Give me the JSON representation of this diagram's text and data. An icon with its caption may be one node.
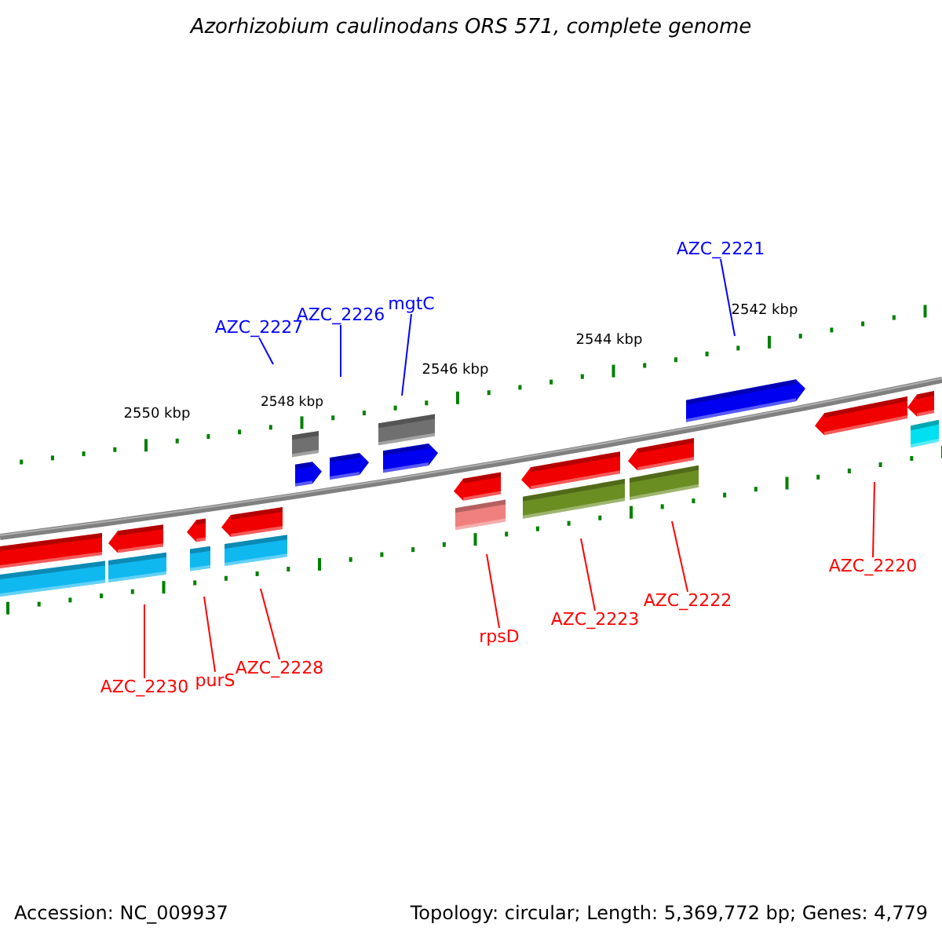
{
  "diagram": {
    "title": "Azorhizobium caulinodans ORS 571, complete genome",
    "nodes": [
      {
        "text": [
          "AZC_2221"
        ]
      },
      {
        "text": [
          "mgtC"
        ]
      },
      {
        "text": [
          "AZC_2226"
        ]
      },
      {
        "text": [
          "AZC_2227"
        ]
      },
      {
        "text": [
          "AZC_2220"
        ]
      },
      {
        "text": [
          "AZC_2222"
        ]
      },
      {
        "text": [
          "AZC_2223"
        ]
      },
      {
        "text": [
          "rpsD"
        ]
      },
      {
        "text": [
          "AZC_2228"
        ]
      },
      {
        "text": [
          "purS"
        ]
      },
      {
        "text": [
          "AZC_2230"
        ]
      }
    ],
    "edges": [
      {
        "from": 0,
        "to": null,
        "arrow": "none",
        "color": "#0000ff"
      },
      {
        "from": 1,
        "to": null,
        "arrow": "none",
        "color": "#0000ff"
      },
      {
        "from": 2,
        "to": null,
        "arrow": "none",
        "color": "#0000ff"
      },
      {
        "from": 3,
        "to": null,
        "arrow": "none",
        "color": "#0000ff"
      },
      {
        "from": 4,
        "to": null,
        "arrow": "none"
      },
      {
        "from": 5,
        "to": null,
        "arrow": "none"
      },
      {
        "from": 6,
        "to": null,
        "arrow": "none"
      },
      {
        "from": 7,
        "to": null,
        "arrow": "none"
      },
      {
        "from": 8,
        "to": null,
        "arrow": "none"
      },
      {
        "from": 9,
        "to": null,
        "arrow": "none"
      },
      {
        "from": 10,
        "to": null,
        "arrow": "none"
      }
    ],
    "labels": [
      "2542 kbp",
      "2544 kbp",
      "2546 kbp",
      "2548 kbp",
      "2550 kbp",
      "Accession: NC_009937",
      "Topology: circular; Length: 5,369,772 bp; Genes: 4,779"
    ]
  }
}
